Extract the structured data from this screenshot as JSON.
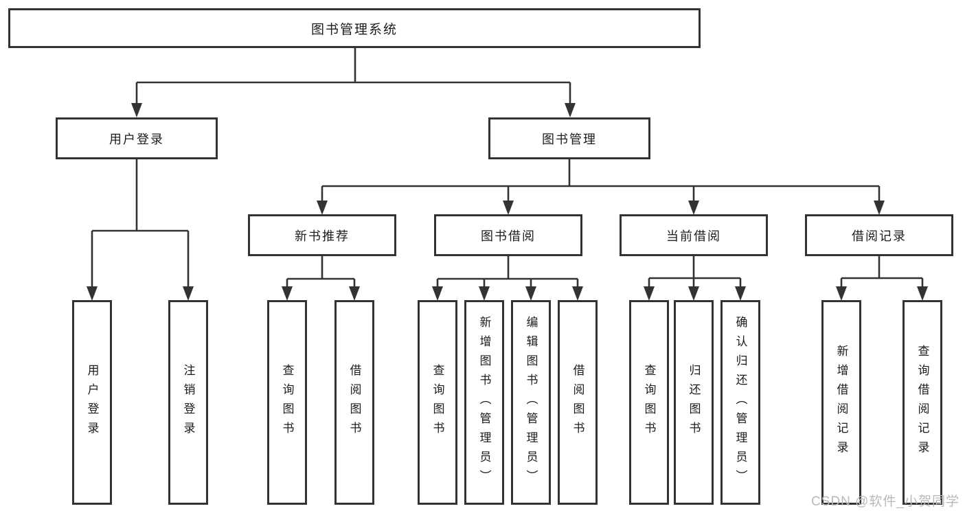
{
  "diagram": {
    "title": "图书管理系统",
    "colors": {
      "line": "#333333",
      "box_border": "#333333",
      "box_fill": "#ffffff",
      "text": "#1c1c1c",
      "watermark": "#b9b9b9"
    },
    "tree": {
      "root": {
        "label": "图书管理系统"
      },
      "level2": [
        {
          "label": "用户登录",
          "children": [
            {
              "label": "用户登录"
            },
            {
              "label": "注销登录"
            }
          ]
        },
        {
          "label": "图书管理",
          "children": [
            {
              "label": "新书推荐",
              "children": [
                {
                  "label": "查询图书"
                },
                {
                  "label": "借阅图书"
                }
              ]
            },
            {
              "label": "图书借阅",
              "children": [
                {
                  "label": "查询图书"
                },
                {
                  "label": "新增图书（管理员）"
                },
                {
                  "label": "编辑图书（管理员）"
                },
                {
                  "label": "借阅图书"
                }
              ]
            },
            {
              "label": "当前借阅",
              "children": [
                {
                  "label": "查询图书"
                },
                {
                  "label": "归还图书"
                },
                {
                  "label": "确认归还（管理员）"
                }
              ]
            },
            {
              "label": "借阅记录",
              "children": [
                {
                  "label": "新增借阅记录"
                },
                {
                  "label": "查询借阅记录"
                }
              ]
            }
          ]
        }
      ]
    },
    "watermark": "CSDN @软件_小贺同学"
  }
}
